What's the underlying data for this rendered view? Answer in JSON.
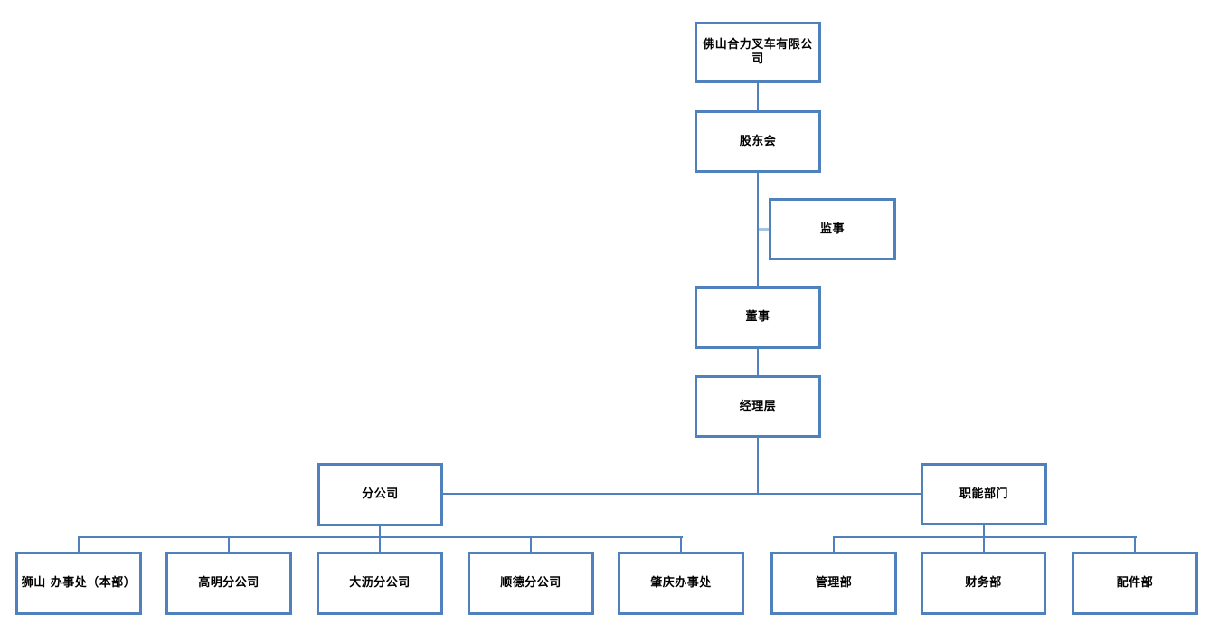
{
  "diagram": {
    "type": "org-chart",
    "accent_color": "#4F81BD",
    "light_connector_color": "#A6C3E3",
    "background_color": "#FFFFFF",
    "text_color": "#000000"
  },
  "nodes": {
    "company": {
      "label": "佛山合力叉车有限公司"
    },
    "shareholders": {
      "label": "股东会"
    },
    "supervisor": {
      "label": "监事"
    },
    "director": {
      "label": "董事"
    },
    "management": {
      "label": "经理层"
    },
    "branch_group": {
      "label": "分公司"
    },
    "functional_group": {
      "label": "职能部门"
    },
    "shishan_office": {
      "label": "狮山 办事处（本部）"
    },
    "gaoming_branch": {
      "label": "高明分公司"
    },
    "dali_branch": {
      "label": "大沥分公司"
    },
    "shunde_branch": {
      "label": "顺德分公司"
    },
    "zhaoqing_office": {
      "label": "肇庆办事处"
    },
    "management_dept": {
      "label": "管理部"
    },
    "finance_dept": {
      "label": "财务部"
    },
    "parts_dept": {
      "label": "配件部"
    }
  },
  "edges": [
    [
      "company",
      "shareholders"
    ],
    [
      "shareholders",
      "director"
    ],
    [
      "shareholders_director_line",
      "supervisor"
    ],
    [
      "director",
      "management"
    ],
    [
      "management",
      "branch_group"
    ],
    [
      "management",
      "functional_group"
    ],
    [
      "branch_group",
      "shishan_office"
    ],
    [
      "branch_group",
      "gaoming_branch"
    ],
    [
      "branch_group",
      "dali_branch"
    ],
    [
      "branch_group",
      "shunde_branch"
    ],
    [
      "branch_group",
      "zhaoqing_office"
    ],
    [
      "functional_group",
      "management_dept"
    ],
    [
      "functional_group",
      "finance_dept"
    ],
    [
      "functional_group",
      "parts_dept"
    ]
  ]
}
